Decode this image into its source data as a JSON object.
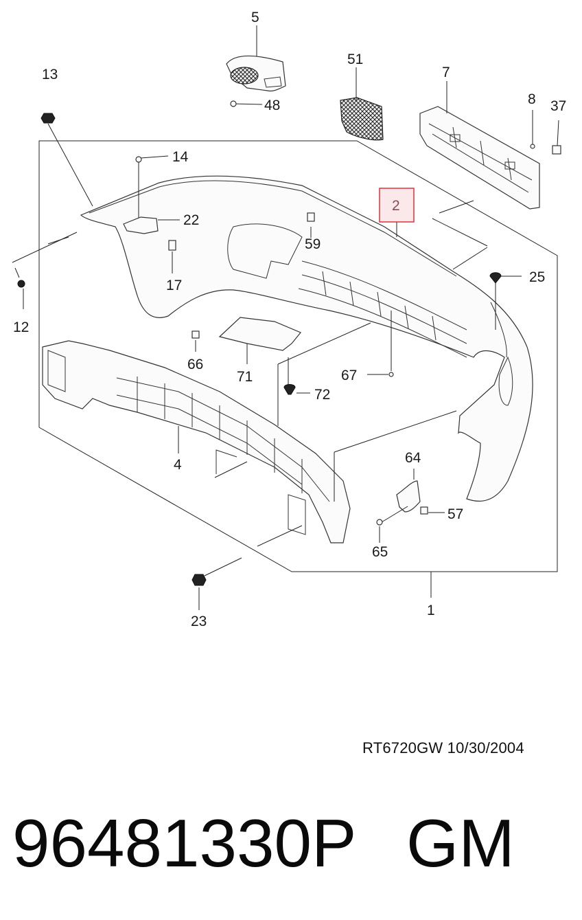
{
  "callouts": {
    "c1": "1",
    "c2": "2",
    "c4": "4",
    "c5": "5",
    "c7": "7",
    "c8": "8",
    "c12": "12",
    "c13": "13",
    "c14": "14",
    "c17": "17",
    "c22": "22",
    "c23": "23",
    "c25": "25",
    "c37": "37",
    "c48": "48",
    "c51": "51",
    "c57": "57",
    "c59": "59",
    "c64": "64",
    "c65": "65",
    "c66": "66",
    "c67": "67",
    "c71": "71",
    "c72": "72"
  },
  "highlight_color": "#e0303a",
  "footer": {
    "ref_code": "RT6720GW  10/30/2004",
    "part_number": "96481330P",
    "brand": "GM"
  }
}
